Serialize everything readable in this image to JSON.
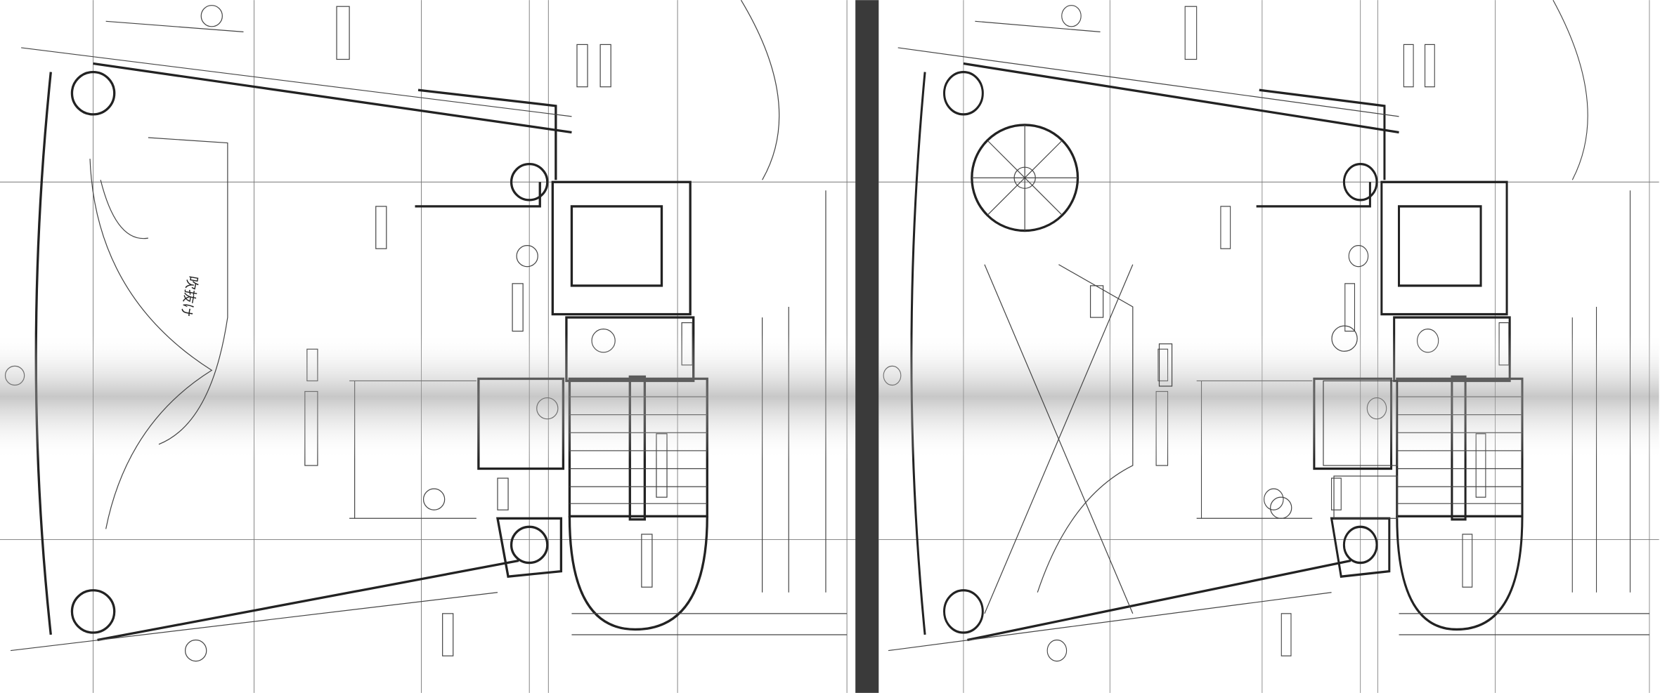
{
  "drawing": {
    "panels": [
      {
        "id": "left-plan",
        "room_label": "吹抜け"
      },
      {
        "id": "right-plan"
      }
    ],
    "colors": {
      "paper": "#ffffff",
      "ink": "#222222",
      "divider": "#3a3a3a",
      "scan_band": "#b8b8b8"
    }
  }
}
